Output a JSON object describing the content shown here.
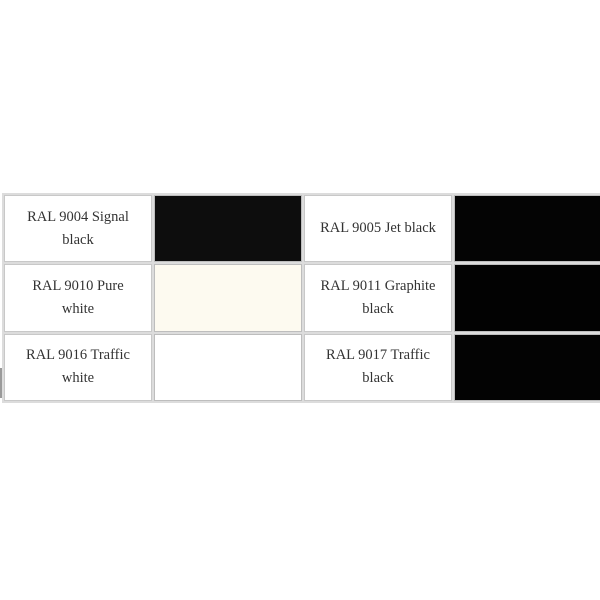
{
  "table": {
    "rows": [
      [
        {
          "name": "RAL 9004 Signal black",
          "swatch": "#0d0d0d"
        },
        {
          "name": "RAL 9005 Jet black",
          "swatch": "#040404"
        }
      ],
      [
        {
          "name": "RAL 9010 Pure white",
          "swatch": "#fdfaf0"
        },
        {
          "name": "RAL 9011 Graphite black",
          "swatch": "#020202"
        }
      ],
      [
        {
          "name": "RAL 9016 Traffic white",
          "swatch": "#ffffff"
        },
        {
          "name": "RAL 9017 Traffic black",
          "swatch": "#030303"
        }
      ]
    ]
  }
}
